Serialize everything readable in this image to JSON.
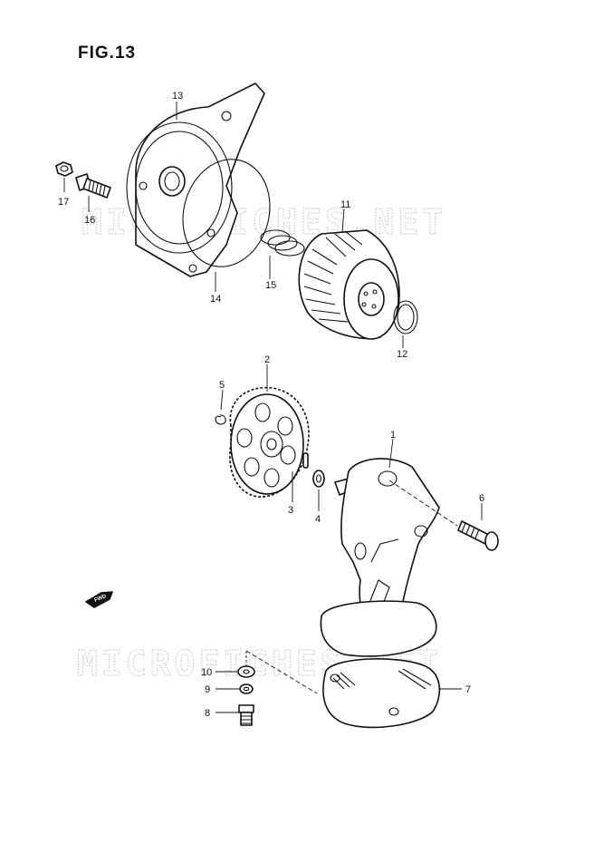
{
  "figure": {
    "title": "FIG.13"
  },
  "watermark": {
    "text_top": "MICROFICHES.NET",
    "text_bottom": "MICROFICHES.NET"
  },
  "direction_arrow": {
    "label": "FWD"
  },
  "callouts": [
    "1",
    "2",
    "3",
    "4",
    "5",
    "6",
    "7",
    "8",
    "9",
    "10",
    "11",
    "12",
    "13",
    "14",
    "15",
    "16",
    "17"
  ],
  "colors": {
    "line": "#111111",
    "background": "#ffffff",
    "watermark": "#c9c9c9"
  }
}
